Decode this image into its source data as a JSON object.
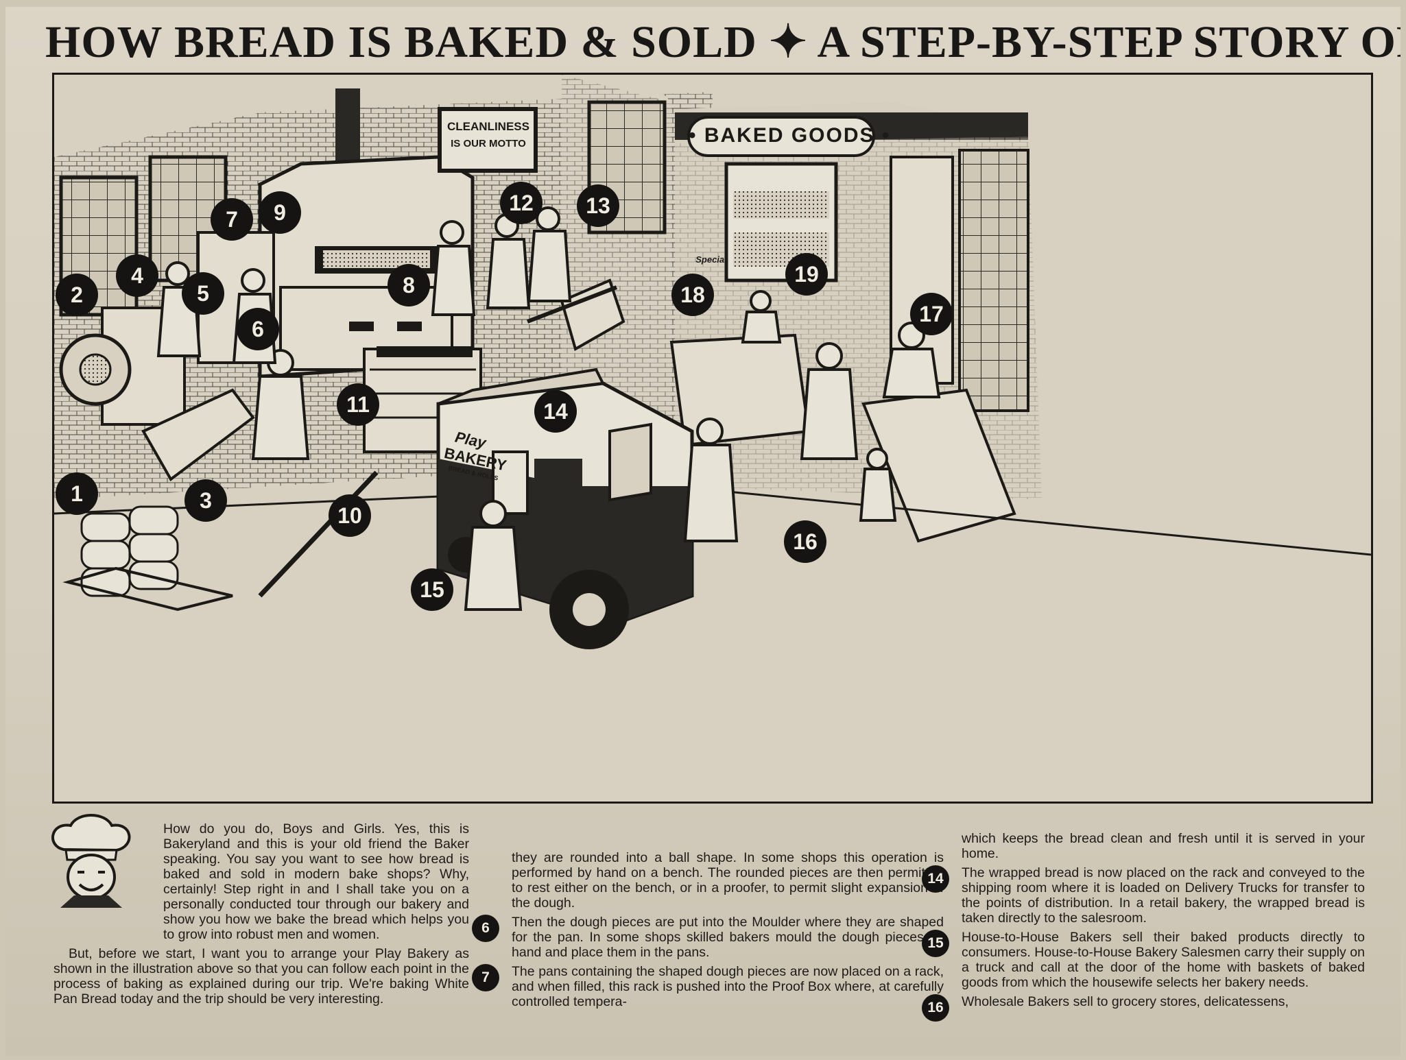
{
  "headline": "HOW BREAD IS BAKED & SOLD ✦ A STEP-BY-STEP STORY OF BAKING",
  "signs": {
    "cleanliness_1": "CLEANLINESS",
    "cleanliness_2": "IS OUR MOTTO",
    "baked_goods": "• BAKED GOODS •",
    "truck_1": "Play",
    "truck_2": "BAKERY",
    "truck_3": "BREAD & ROLLS",
    "special": "Special"
  },
  "markers": [
    "1",
    "2",
    "3",
    "4",
    "5",
    "6",
    "7",
    "8",
    "9",
    "10",
    "11",
    "12",
    "13",
    "14",
    "15",
    "16",
    "17",
    "18",
    "19"
  ],
  "text": {
    "intro": "How do you do, Boys and Girls. Yes, this is Bakeryland and this is your old friend the Baker speaking. You say you want to see how bread is baked and sold in modern bake shops? Why, certainly! Step right in and I shall take you on a personally conducted tour through our bakery and show you how we bake the bread which helps you to grow into robust men and women.",
    "para2": "But, before we start, I want you to arrange your Play Bakery as shown in the illustration above so that you can follow each point in the process of baking as explained during our trip. We're baking White Pan Bread today and the trip should be very interesting.",
    "col2_top": "they are rounded into a ball shape. In some shops this operation is performed by hand on a bench. The rounded pieces are then permitted to rest either on the bench, or in a proofer, to permit slight expansion of the dough.",
    "step6_num": "6",
    "step6": "Then the dough pieces are put into the Moulder where they are shaped for the pan. In some shops skilled bakers mould the dough pieces by hand and place them in the pans.",
    "step7_num": "7",
    "step7": "The pans containing the shaped dough pieces are now placed on a rack, and when filled, this rack is pushed into the Proof Box where, at carefully controlled tempera-",
    "col3_top": "which keeps the bread clean and fresh until it is served in your home.",
    "step14_num": "14",
    "step14": "The wrapped bread is now placed on the rack and conveyed to the shipping room where it is loaded on Delivery Trucks for transfer to the points of distribution. In a retail bakery, the wrapped bread is taken directly to the salesroom.",
    "step15_num": "15",
    "step15": "House-to-House Bakers sell their baked products directly to consumers. House-to-House Bakery Salesmen carry their supply on a truck and call at the door of the home with baskets of baked goods from which the housewife selects her bakery needs.",
    "step16_num": "16",
    "step16": "Wholesale Bakers sell to grocery stores, delicatessens,"
  }
}
